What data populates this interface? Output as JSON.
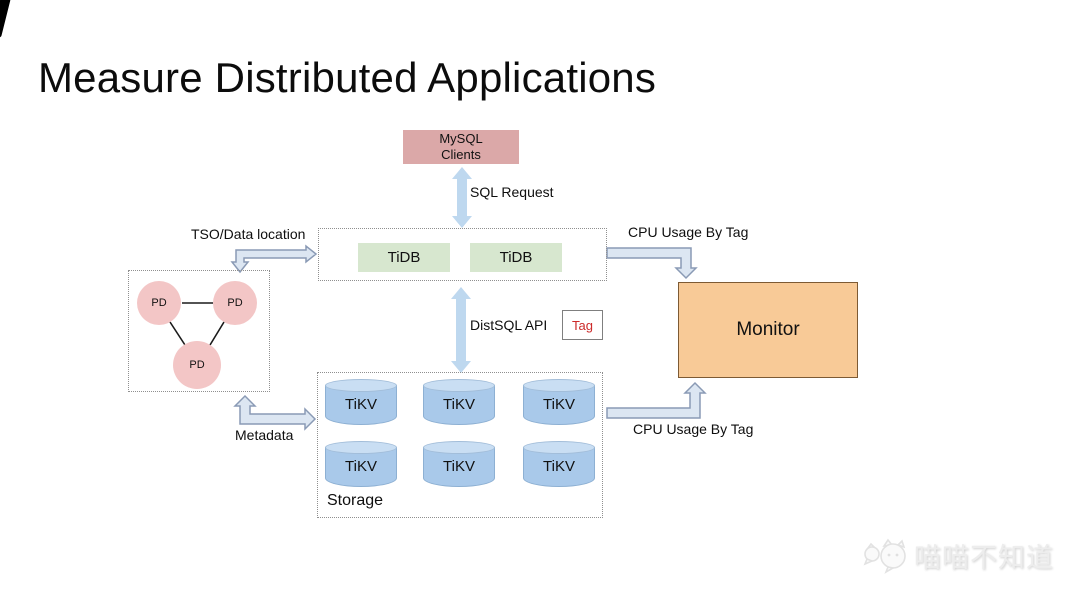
{
  "title": "Measure Distributed Applications",
  "diagram": {
    "mysql_clients_label": "MySQL\nClients",
    "sql_request_label": "SQL Request",
    "tso_label": "TSO/Data location",
    "tidb_nodes": [
      "TiDB",
      "TiDB"
    ],
    "pd_nodes": [
      "PD",
      "PD",
      "PD"
    ],
    "distsql_label": "DistSQL API",
    "tag_label": "Tag",
    "tikv_nodes": [
      "TiKV",
      "TiKV",
      "TiKV",
      "TiKV",
      "TiKV",
      "TiKV"
    ],
    "storage_label": "Storage",
    "metadata_label": "Metadata",
    "cpu_top_label": "CPU Usage By Tag",
    "cpu_bottom_label": "CPU Usage By Tag",
    "monitor_label": "Monitor"
  },
  "watermark": {
    "text": "喵喵不知道"
  },
  "theme": {
    "mysql_box": "#dba8a8",
    "tidb_box": "#d7e7cf",
    "pd_circle": "#f3c6c6",
    "tikv_body": "#a9c9ea",
    "tikv_top": "#c9def3",
    "monitor_box": "#f8ca97",
    "monitor_border": "#7d5a34",
    "arrow_fill": "#dce6f2",
    "arrow_stroke": "#8a9ab5",
    "straight_arrow": "#bed8ef",
    "tag_text": "#cc2a2a",
    "dotted_border": "#8f8f8f"
  }
}
